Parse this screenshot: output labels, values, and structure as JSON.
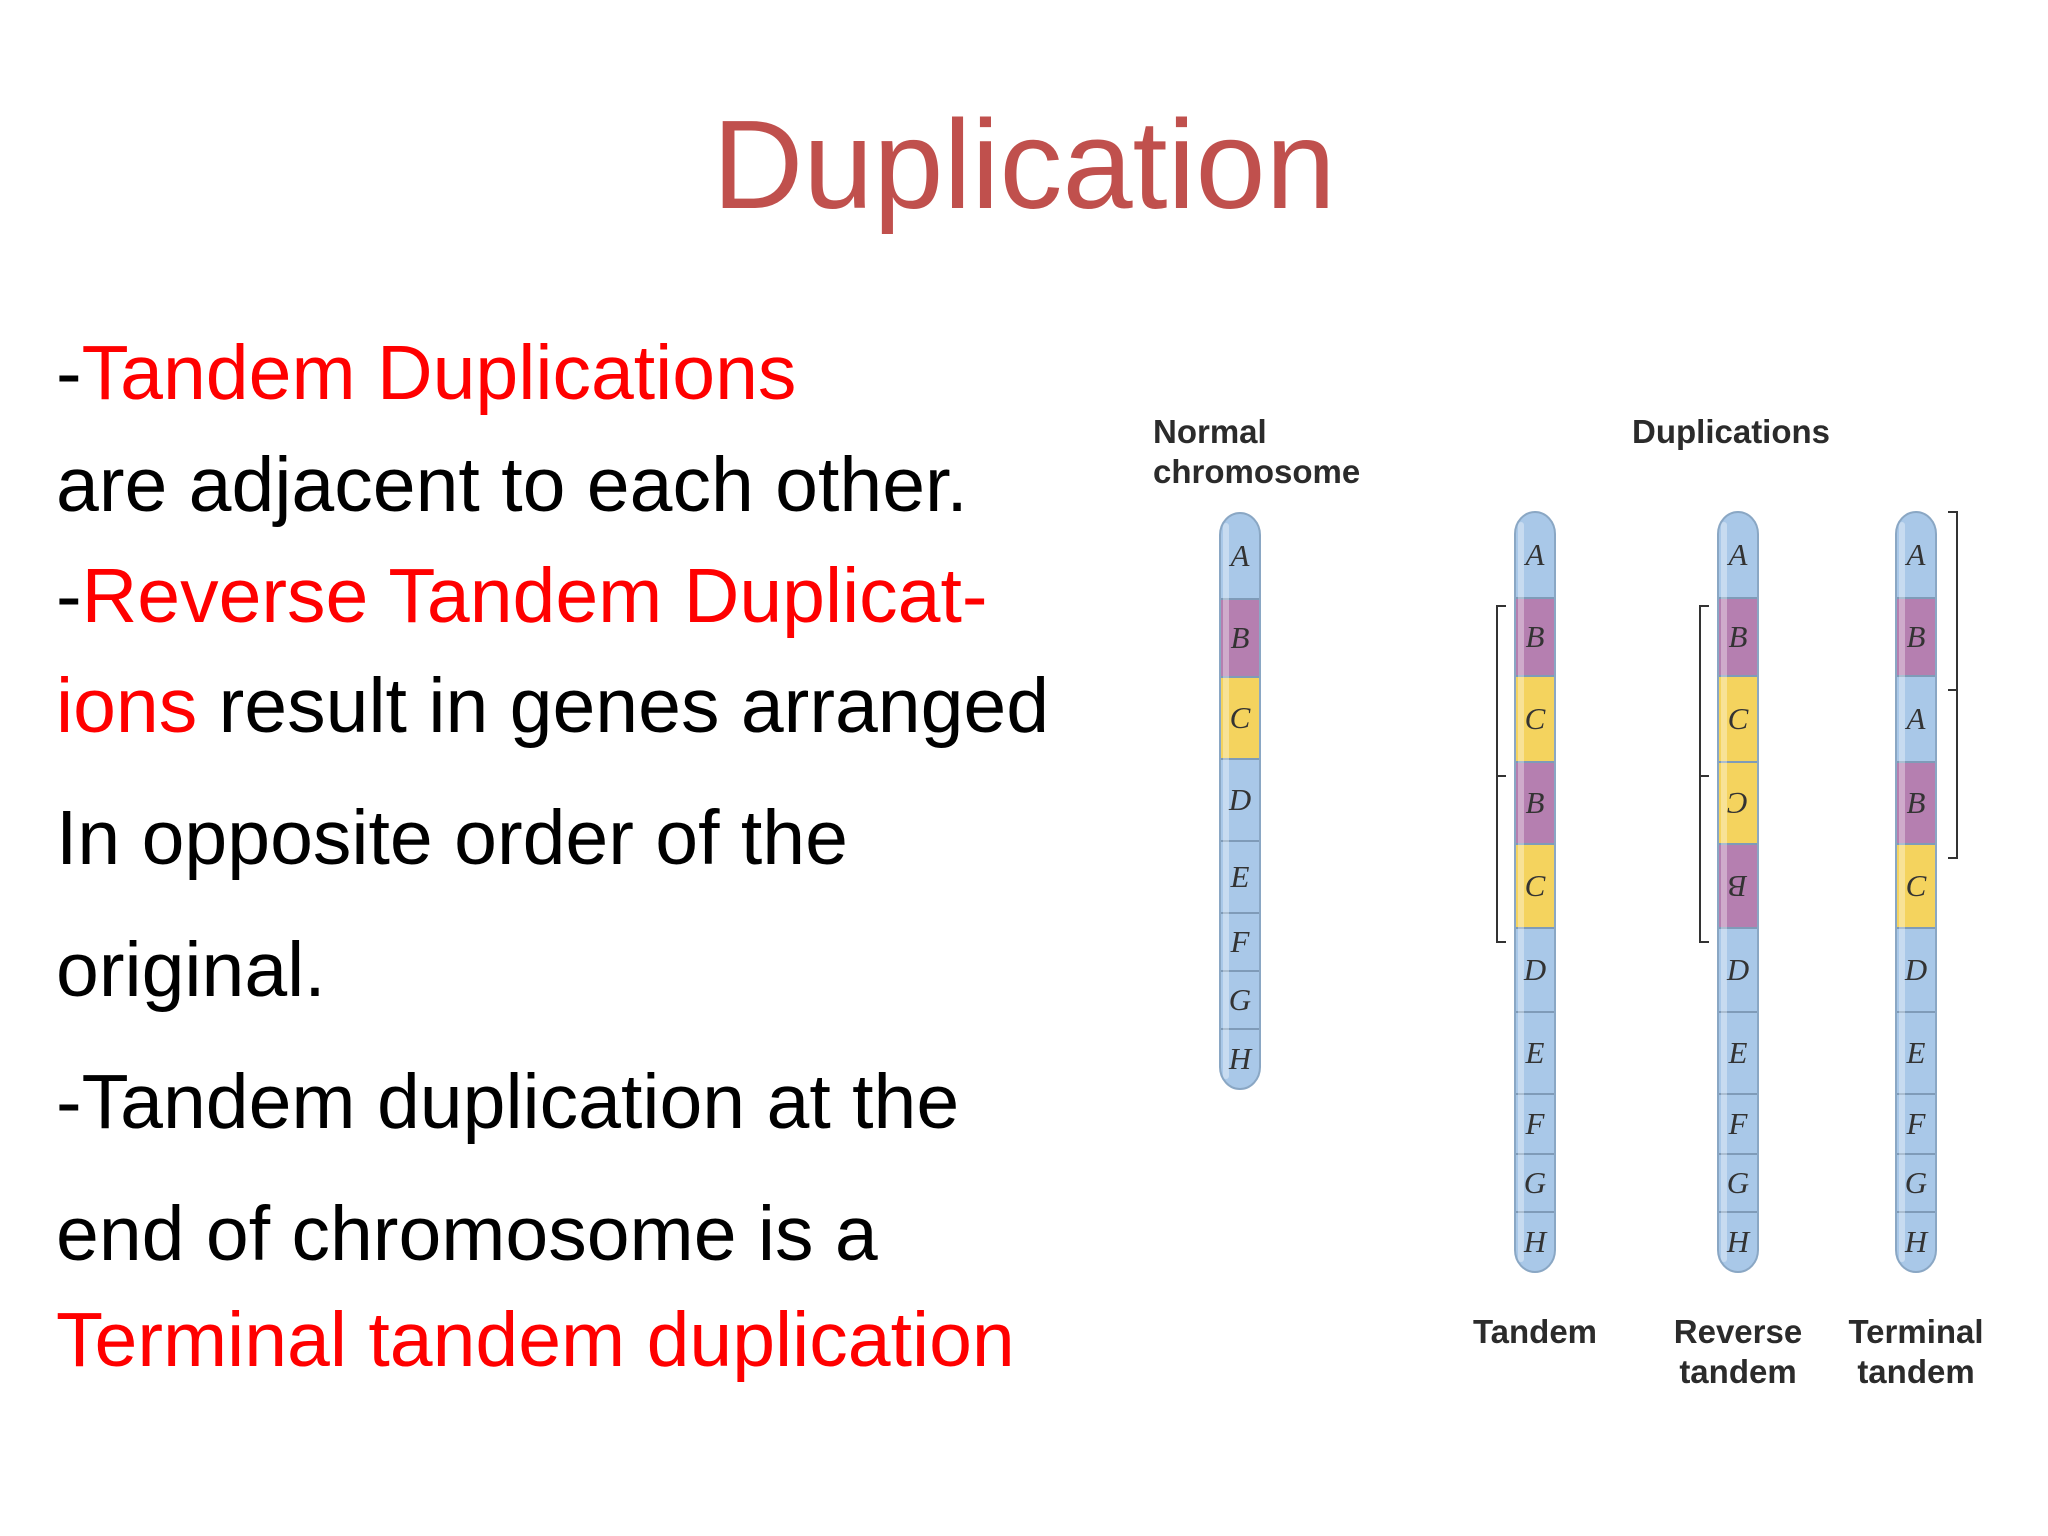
{
  "slide": {
    "title": "Duplication",
    "text": {
      "l1_prefix": "-",
      "l1_red": "Tandem Duplications",
      "l2": "are adjacent to each other.",
      "l3_prefix": "-",
      "l3_red": "Reverse Tandem Duplicat-",
      "l4_red": "ions",
      "l4_rest": " result in genes arranged",
      "l5": "In opposite order of the",
      "l6": "original.",
      "l7": "-Tandem duplication at the",
      "l8": "end of chromosome is a",
      "l9_red": "Terminal tandem duplication"
    }
  },
  "diagram": {
    "header_normal_1": "Normal",
    "header_normal_2": "chromosome",
    "header_duplications": "Duplications",
    "colors": {
      "blue": "#a9c8e8",
      "purple": "#b57fb0",
      "yellow": "#f4d35e",
      "line": "#7f9bb8"
    },
    "chromosomes": [
      {
        "id": "normal",
        "caption_1": "",
        "caption_2": "",
        "segments": [
          {
            "label": "A",
            "color": "blue"
          },
          {
            "label": "B",
            "color": "purple"
          },
          {
            "label": "C",
            "color": "yellow"
          },
          {
            "label": "D",
            "color": "blue"
          },
          {
            "label": "E",
            "color": "blue"
          },
          {
            "label": "F",
            "color": "blue"
          },
          {
            "label": "G",
            "color": "blue"
          },
          {
            "label": "H",
            "color": "blue"
          }
        ]
      },
      {
        "id": "tandem",
        "caption_1": "Tandem",
        "caption_2": "",
        "segments": [
          {
            "label": "A",
            "color": "blue"
          },
          {
            "label": "B",
            "color": "purple"
          },
          {
            "label": "C",
            "color": "yellow"
          },
          {
            "label": "B",
            "color": "purple"
          },
          {
            "label": "C",
            "color": "yellow"
          },
          {
            "label": "D",
            "color": "blue"
          },
          {
            "label": "E",
            "color": "blue"
          },
          {
            "label": "F",
            "color": "blue"
          },
          {
            "label": "G",
            "color": "blue"
          },
          {
            "label": "H",
            "color": "blue"
          }
        ]
      },
      {
        "id": "reverse",
        "caption_1": "Reverse",
        "caption_2": "tandem",
        "segments": [
          {
            "label": "A",
            "color": "blue"
          },
          {
            "label": "B",
            "color": "purple"
          },
          {
            "label": "C",
            "color": "yellow"
          },
          {
            "label": "C",
            "color": "yellow",
            "inverted": true
          },
          {
            "label": "B",
            "color": "purple",
            "inverted": true
          },
          {
            "label": "D",
            "color": "blue"
          },
          {
            "label": "E",
            "color": "blue"
          },
          {
            "label": "F",
            "color": "blue"
          },
          {
            "label": "G",
            "color": "blue"
          },
          {
            "label": "H",
            "color": "blue"
          }
        ]
      },
      {
        "id": "terminal",
        "caption_1": "Terminal",
        "caption_2": "tandem",
        "segments": [
          {
            "label": "A",
            "color": "blue"
          },
          {
            "label": "B",
            "color": "purple"
          },
          {
            "label": "A",
            "color": "blue"
          },
          {
            "label": "B",
            "color": "purple"
          },
          {
            "label": "C",
            "color": "yellow"
          },
          {
            "label": "D",
            "color": "blue"
          },
          {
            "label": "E",
            "color": "blue"
          },
          {
            "label": "F",
            "color": "blue"
          },
          {
            "label": "G",
            "color": "blue"
          },
          {
            "label": "H",
            "color": "blue"
          }
        ]
      }
    ]
  }
}
